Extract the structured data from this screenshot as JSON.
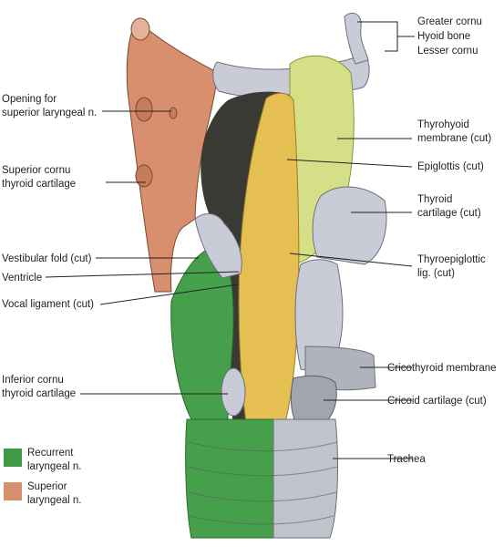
{
  "labels": {
    "greater_cornu": "Greater cornu",
    "hyoid_bone": "Hyoid bone",
    "lesser_cornu": "Lesser cornu",
    "opening_line1": "Opening for",
    "opening_line2": "superior laryngeal n.",
    "thyrohyoid_line1": "Thyrohyoid",
    "thyrohyoid_line2": "membrane (cut)",
    "epiglottis": "Epiglottis (cut)",
    "superior_cornu_line1": "Superior cornu",
    "superior_cornu_line2": "thyroid cartilage",
    "thyroid_cart_line1": "Thyroid",
    "thyroid_cart_line2": "cartilage (cut)",
    "vestibular_fold": "Vestibular fold (cut)",
    "thyroepiglottic_line1": "Thyroepiglottic",
    "thyroepiglottic_line2": "lig. (cut)",
    "ventricle": "Ventricle",
    "vocal_ligament": "Vocal ligament (cut)",
    "inferior_cornu_line1": "Inferior cornu",
    "inferior_cornu_line2": "thyroid cartilage",
    "cricothyroid": "Cricothyroid membrane",
    "cricoid": "Cricoid cartilage (cut)",
    "trachea": "Trachea"
  },
  "legend": [
    {
      "line1": "Recurrent",
      "line2": "laryngeal n.",
      "color": "#3f9a45"
    },
    {
      "line1": "Superior",
      "line2": "laryngeal n.",
      "color": "#d88f6e"
    }
  ],
  "colors": {
    "cartilage": "#c9cbd6",
    "cartilage_shadow": "#8a8c98",
    "mucosa_yellow": "#e6bf53",
    "epiglottis_green": "#d4df86",
    "dark_interior": "#3a3a35",
    "nerve_green": "#46a04b",
    "nerve_orange": "#d88f6e"
  }
}
